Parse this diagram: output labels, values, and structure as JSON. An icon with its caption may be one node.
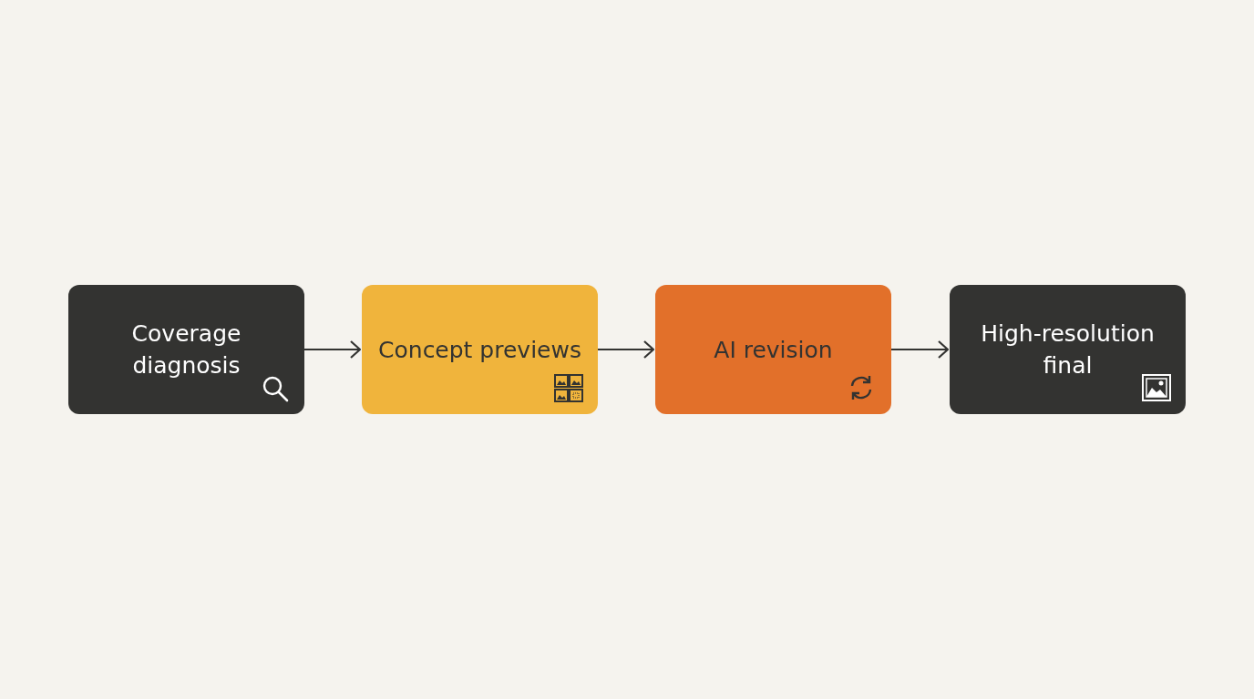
{
  "diagram": {
    "nodes": [
      {
        "text": [
          "Coverage diagnosis"
        ]
      },
      {
        "text": [
          "Concept previews"
        ]
      },
      {
        "text": [
          "AI revision"
        ]
      },
      {
        "text": [
          "High-resolution final"
        ]
      }
    ],
    "edges": [
      {
        "from": 0,
        "to": 1,
        "arrow": "to"
      },
      {
        "from": 1,
        "to": 2,
        "arrow": "to"
      },
      {
        "from": 2,
        "to": 3,
        "arrow": "to"
      }
    ]
  }
}
